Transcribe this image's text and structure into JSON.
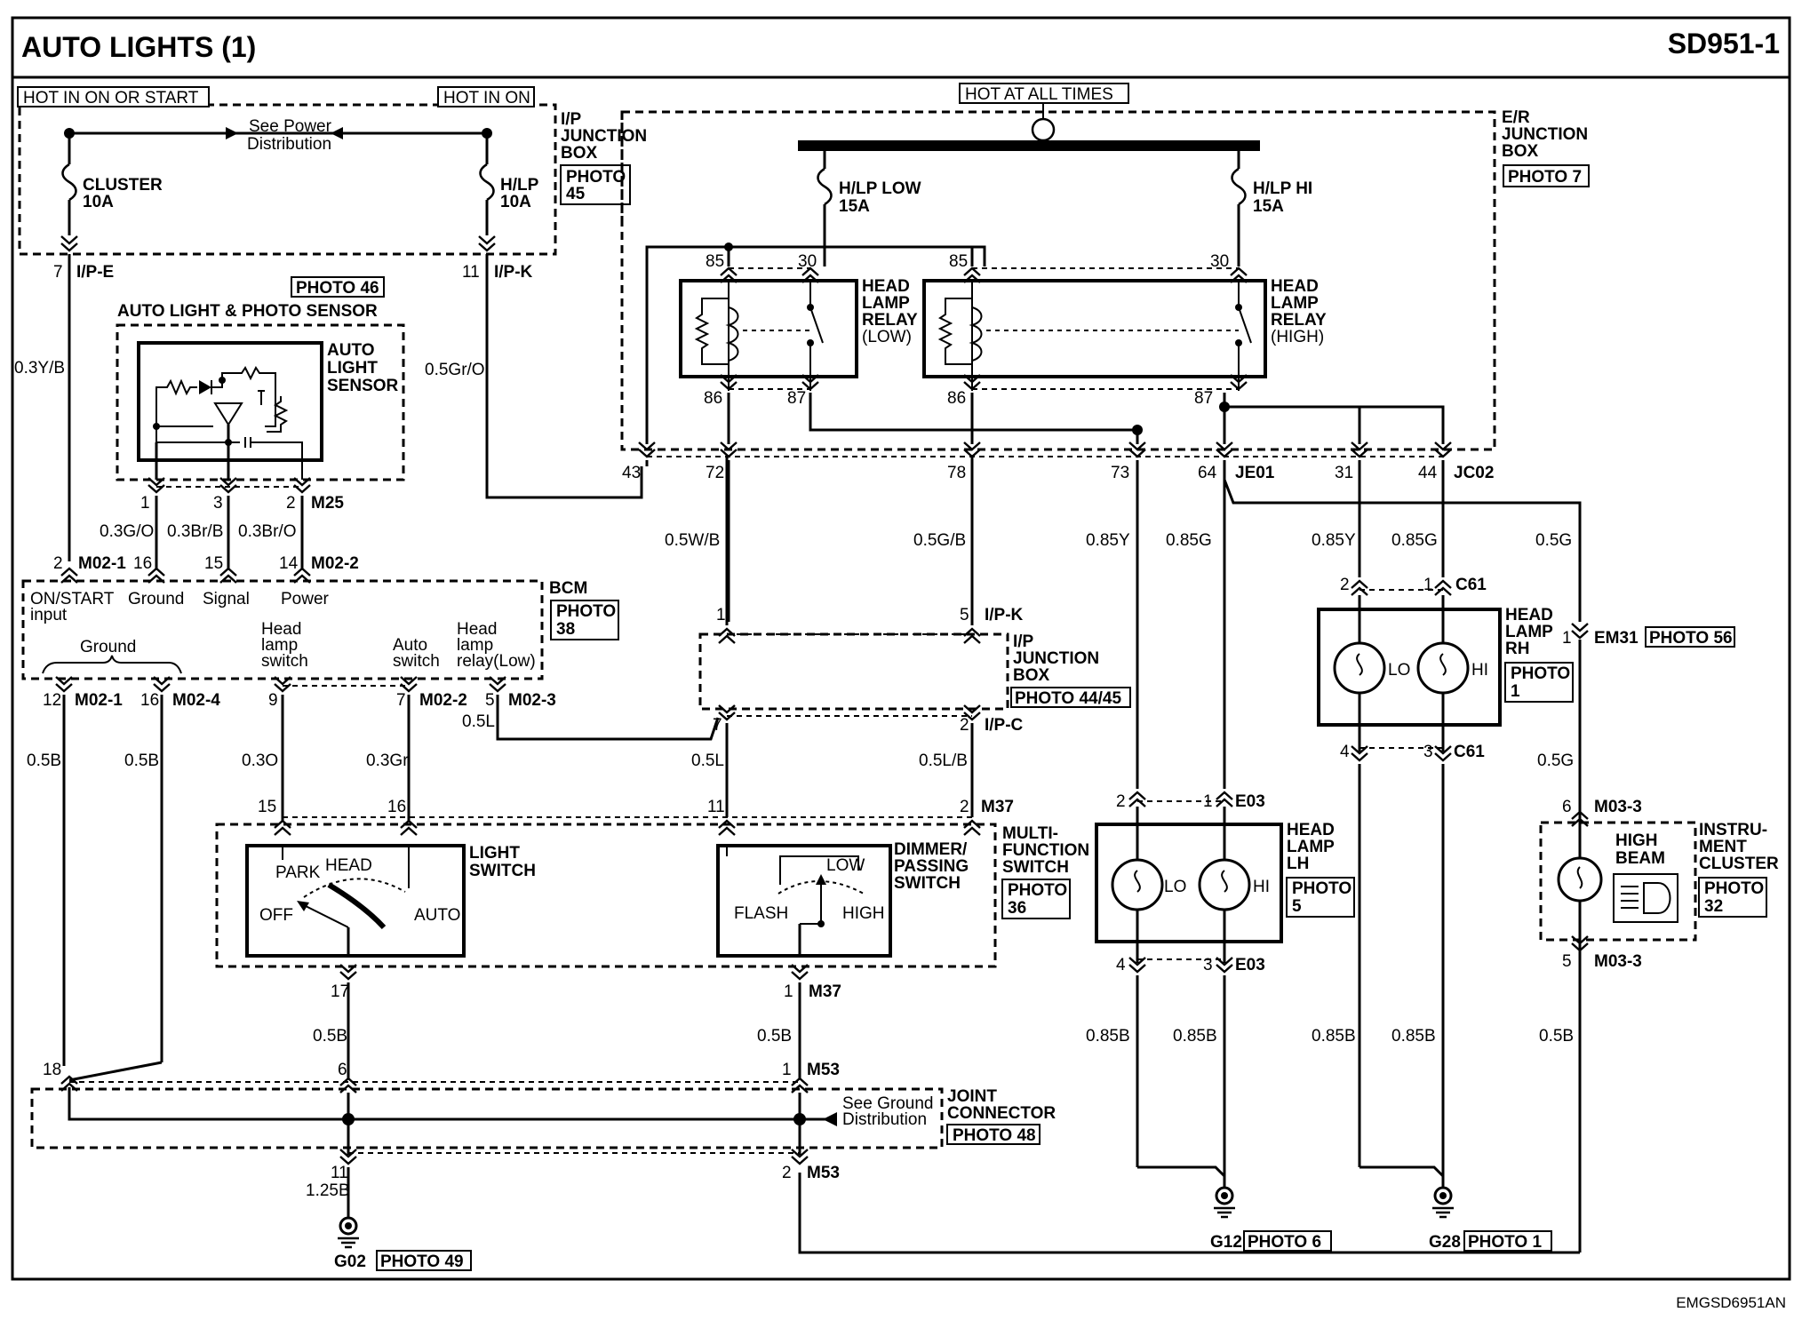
{
  "title": "AUTO LIGHTS (1)",
  "code": "SD951-1",
  "footer_code": "EMGSD6951AN",
  "hot_labels": {
    "on_or_start": "HOT IN ON OR START",
    "hot_in_on": "HOT IN ON",
    "all_times": "HOT AT ALL TIMES"
  },
  "power_note": {
    "line1": "See Power",
    "line2": "Distribution"
  },
  "ip_jbox": {
    "line1": "I/P",
    "line2": "JUNCTION",
    "line3": "BOX",
    "photo1": "PHOTO",
    "photo2": "45"
  },
  "er_jbox": {
    "line1": "E/R",
    "line2": "JUNCTION",
    "line3": "BOX",
    "photo": "PHOTO 7"
  },
  "fuses": {
    "cluster": {
      "name": "CLUSTER",
      "rating": "10A"
    },
    "hlp": {
      "name": "H/LP",
      "rating": "10A"
    },
    "hlp_low": {
      "name": "H/LP LOW",
      "rating": "15A"
    },
    "hlp_hi": {
      "name": "H/LP HI",
      "rating": "15A"
    }
  },
  "relays": {
    "low": {
      "l1": "HEAD",
      "l2": "LAMP",
      "l3": "RELAY",
      "l4": "(LOW)",
      "p85": "85",
      "p30": "30",
      "p86": "86",
      "p87": "87"
    },
    "high": {
      "l1": "HEAD",
      "l2": "LAMP",
      "l3": "RELAY",
      "l4": "(HIGH)",
      "p85": "85",
      "p30": "30",
      "p86": "86",
      "p87": "87"
    }
  },
  "sensor": {
    "photo": "PHOTO 46",
    "title": "AUTO LIGHT & PHOTO SENSOR",
    "l1": "AUTO",
    "l2": "LIGHT",
    "l3": "SENSOR"
  },
  "connectors": {
    "ipe": "I/P-E",
    "ipk": "I/P-K",
    "m25": "M25",
    "m02_1": "M02-1",
    "m02_2": "M02-2",
    "m02_4": "M02-4",
    "m02_3": "M02-3",
    "ipk2": "I/P-K",
    "ipc": "I/P-C",
    "m37": "M37",
    "m37b": "M37",
    "m53": "M53",
    "m53b": "M53",
    "je01": "JE01",
    "jc02": "JC02",
    "c61": "C61",
    "c61b": "C61",
    "em31": "EM31",
    "e03": "E03",
    "e03b": "E03",
    "m03_3a": "M03-3",
    "m03_3b": "M03-3"
  },
  "pins": {
    "p7": "7",
    "p11": "11",
    "s1": "1",
    "s3": "3",
    "s2": "2",
    "b2": "2",
    "b16": "16",
    "b15": "15",
    "b14": "14",
    "g12": "12",
    "g16": "16",
    "h9": "9",
    "h7": "7",
    "h5": "5",
    "e43": "43",
    "e72": "72",
    "e78": "78",
    "e73": "73",
    "e64": "64",
    "e31": "31",
    "e44": "44",
    "j1": "1",
    "j5": "5",
    "j7": "7",
    "j2": "2",
    "ls15": "15",
    "ls16": "16",
    "d11": "11",
    "d2": "2",
    "ls17": "17",
    "d1": "1",
    "jc18": "18",
    "jc6": "6",
    "jc1": "1",
    "jc11": "11",
    "jc2": "2",
    "rh2": "2",
    "rh1": "1",
    "rh4": "4",
    "rh3": "3",
    "lh2": "2",
    "lh1": "1",
    "lh4": "4",
    "lh3": "3",
    "em1": "1",
    "ic6": "6",
    "ic5": "5"
  },
  "wires": {
    "w03yb": "0.3Y/B",
    "w05grо": "0.5Gr/O",
    "w03go": "0.3G/O",
    "w03brb": "0.3Br/B",
    "w03bro": "0.3Br/O",
    "w05b_1": "0.5B",
    "w05b_2": "0.5B",
    "w03o": "0.3O",
    "w03gr": "0.3Gr",
    "w05l_a": "0.5L",
    "w05wb": "0.5W/B",
    "w05gb": "0.5G/B",
    "w05l_b": "0.5L",
    "w05lb": "0.5L/B",
    "w085y_a": "0.85Y",
    "w085g_a": "0.85G",
    "w085y_b": "0.85Y",
    "w085g_b": "0.85G",
    "w05g_a": "0.5G",
    "w05g_b": "0.5G",
    "w05b_3": "0.5B",
    "w05b_4": "0.5B",
    "w125b": "1.25B",
    "w085b_1": "0.85B",
    "w085b_2": "0.85B",
    "w085b_3": "0.85B",
    "w085b_4": "0.85B",
    "w05b_5": "0.5B"
  },
  "bcm": {
    "name": "BCM",
    "photo1": "PHOTO",
    "photo2": "38",
    "on_start1": "ON/START",
    "on_start2": "input",
    "ground": "Ground",
    "signal": "Signal",
    "power": "Power",
    "ground_top": "Ground",
    "hls1": "Head",
    "hls2": "lamp",
    "hls3": "switch",
    "as1": "Auto",
    "as2": "switch",
    "hlr1": "Head",
    "hlr2": "lamp",
    "hlr3": "relay(Low)"
  },
  "ip_jbox2": {
    "line1": "I/P",
    "line2": "JUNCTION",
    "line3": "BOX",
    "photo": "PHOTO 44/45"
  },
  "light_switch": {
    "l1": "LIGHT",
    "l2": "SWITCH",
    "park": "PARK",
    "head": "HEAD",
    "off": "OFF",
    "auto": "AUTO"
  },
  "dimmer": {
    "l1": "DIMMER/",
    "l2": "PASSING",
    "l3": "SWITCH",
    "low": "LOW",
    "flash": "FLASH",
    "high": "HIGH"
  },
  "mfs": {
    "l1": "MULTI-",
    "l2": "FUNCTION",
    "l3": "SWITCH",
    "photo1": "PHOTO",
    "photo2": "36"
  },
  "joint": {
    "l1": "JOINT",
    "l2": "CONNECTOR",
    "photo": "PHOTO 48",
    "note1": "See Ground",
    "note2": "Distribution"
  },
  "head_rh": {
    "l1": "HEAD",
    "l2": "LAMP",
    "l3": "RH",
    "photo1": "PHOTO",
    "photo2": "1",
    "lo": "LO",
    "hi": "HI",
    "em_photo": "PHOTO 56"
  },
  "head_lh": {
    "l1": "HEAD",
    "l2": "LAMP",
    "l3": "LH",
    "photo1": "PHOTO",
    "photo2": "5",
    "lo": "LO",
    "hi": "HI"
  },
  "cluster": {
    "l1": "INSTRU-",
    "l2": "MENT",
    "l3": "CLUSTER",
    "photo1": "PHOTO",
    "photo2": "32",
    "hb1": "HIGH",
    "hb2": "BEAM"
  },
  "grounds": {
    "g02": "G02",
    "g02_photo": "PHOTO 49",
    "g12": "G12",
    "g12_photo": "PHOTO 6",
    "g28": "G28",
    "g28_photo": "PHOTO 1"
  }
}
